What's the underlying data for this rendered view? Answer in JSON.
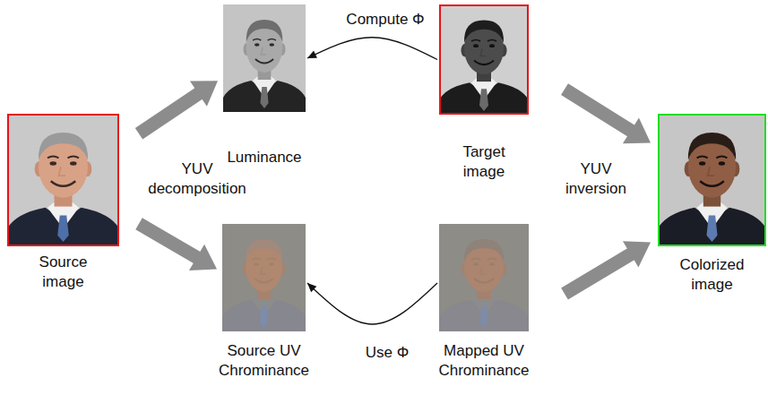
{
  "diagram": {
    "nodes": [
      {
        "text": [
          "Source image"
        ]
      },
      {
        "text": [
          "Luminance"
        ]
      },
      {
        "text": [
          "Target image"
        ]
      },
      {
        "text": [
          "Colorized image"
        ]
      },
      {
        "text": [
          "Source UV Chrominance"
        ]
      },
      {
        "text": [
          "Mapped UV Chrominance"
        ]
      }
    ],
    "edges": [
      {
        "from": 0,
        "to": 1,
        "arrow": "to"
      },
      {
        "from": 0,
        "to": 4,
        "arrow": "to"
      },
      {
        "from": 2,
        "to": 1,
        "label": "Compute Φ",
        "arrow": "to"
      },
      {
        "from": 5,
        "to": 4,
        "label": "Use Φ",
        "arrow": "to"
      },
      {
        "from": 2,
        "to": 3,
        "arrow": "to"
      },
      {
        "from": 5,
        "to": 3,
        "arrow": "to"
      }
    ],
    "labels": [
      "YUV decomposition",
      "YUV inversion"
    ]
  }
}
